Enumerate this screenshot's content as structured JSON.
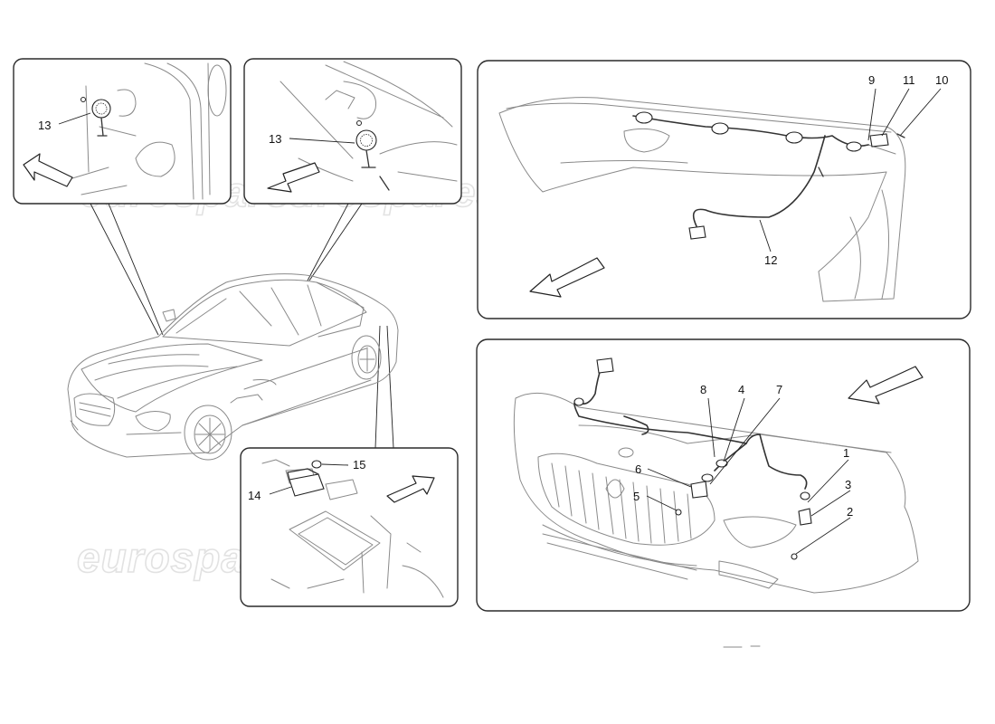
{
  "watermark": "eurospares",
  "callouts": {
    "c1": "1",
    "c2": "2",
    "c3": "3",
    "c4": "4",
    "c5": "5",
    "c6": "6",
    "c7": "7",
    "c8": "8",
    "c9": "9",
    "c10": "10",
    "c11": "11",
    "c12": "12",
    "c13a": "13",
    "c13b": "13",
    "c14": "14",
    "c15": "15"
  }
}
